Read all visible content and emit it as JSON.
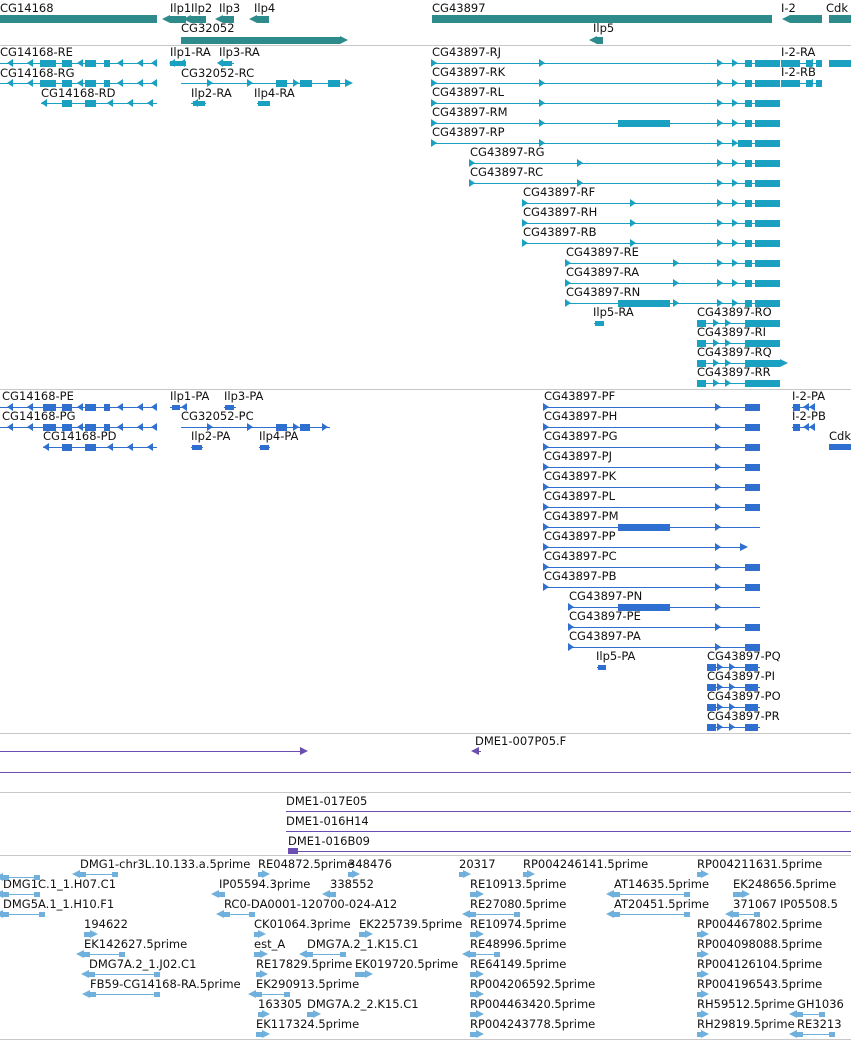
{
  "colors": {
    "teal": "#2e8b8b",
    "cyan": "#1aa0c0",
    "blue": "#2e6fd0",
    "purple": "#6a4fb0",
    "lightblue": "#6fb0dd",
    "divider": "#c8c8c8"
  },
  "tracks": {
    "gene": {
      "labels": [
        "CG14168",
        "Ilp1",
        "Ilp2",
        "Ilp3",
        "Ilp4",
        "CG32052",
        "CG43897",
        "Ilp5",
        "I-2",
        "Cdk"
      ]
    },
    "transcripts": {
      "labels": [
        "CG14168-RE",
        "CG14168-RG",
        "CG14168-RD",
        "Ilp1-RA",
        "Ilp3-RA",
        "CG32052-RC",
        "Ilp2-RA",
        "Ilp4-RA",
        "CG43897-RJ",
        "CG43897-RK",
        "CG43897-RL",
        "CG43897-RM",
        "CG43897-RP",
        "CG43897-RG",
        "CG43897-RC",
        "CG43897-RF",
        "CG43897-RH",
        "CG43897-RB",
        "CG43897-RE",
        "CG43897-RA",
        "CG43897-RN",
        "Ilp5-RA",
        "CG43897-RO",
        "CG43897-RI",
        "CG43897-RQ",
        "CG43897-RR",
        "I-2-RA",
        "I-2-RB"
      ]
    },
    "proteins": {
      "labels": [
        "CG14168-PE",
        "CG14168-PG",
        "CG14168-PD",
        "Ilp1-PA",
        "Ilp3-PA",
        "CG32052-PC",
        "Ilp2-PA",
        "Ilp4-PA",
        "CG43897-PF",
        "CG43897-PH",
        "CG43897-PG",
        "CG43897-PJ",
        "CG43897-PK",
        "CG43897-PL",
        "CG43897-PM",
        "CG43897-PP",
        "CG43897-PC",
        "CG43897-PB",
        "CG43897-PN",
        "CG43897-PE",
        "CG43897-PA",
        "Ilp5-PA",
        "CG43897-PQ",
        "CG43897-PI",
        "CG43897-PO",
        "CG43897-PR",
        "I-2-PA",
        "I-2-PB",
        "Cdk"
      ]
    },
    "clones": {
      "labels": [
        "DME1-007P05.F",
        "DME1-017E05",
        "DME1-016H14",
        "DME1-016B09"
      ]
    },
    "ests": {
      "labels": [
        "DMG1-chr3L.10.133.a.5prime",
        "RE04872.5prime",
        "348476",
        "20317",
        "RP004246141.5prime",
        "RP004211631.5prime",
        "DMG1C.1_1.H07.C1",
        "IP05594.3prime",
        "338552",
        "RE10913.5prime",
        "AT14635.5prime",
        "EK248656.5prime",
        "DMG5A.1_1.H10.F1",
        "RC0-DA0001-120700-024-A12",
        "RE27080.5prime",
        "AT20451.5prime",
        "371067",
        "IP05508.5",
        "194622",
        "CK01064.3prime",
        "EK225739.5prime",
        "RE10974.5prime",
        "RP004467802.5prime",
        "EK142627.5prime",
        "est_A",
        "DMG7A.2_1.K15.C1",
        "RE48996.5prime",
        "RP004098088.5prime",
        "DMG7A.2_1.J02.C1",
        "RE17829.5prime",
        "EK019720.5prime",
        "RE64149.5prime",
        "RP004126104.5prime",
        "FB59-CG14168-RA.5prime",
        "EK290913.5prime",
        "RP004206592.5prime",
        "RP004196543.5prime",
        "163305",
        "DMG7A.2_2.K15.C1",
        "RP004463420.5prime",
        "RH59512.5prime",
        "GH1036",
        "EK117324.5prime",
        "RP004243778.5prime",
        "RH29819.5prime",
        "RE3213"
      ]
    }
  }
}
